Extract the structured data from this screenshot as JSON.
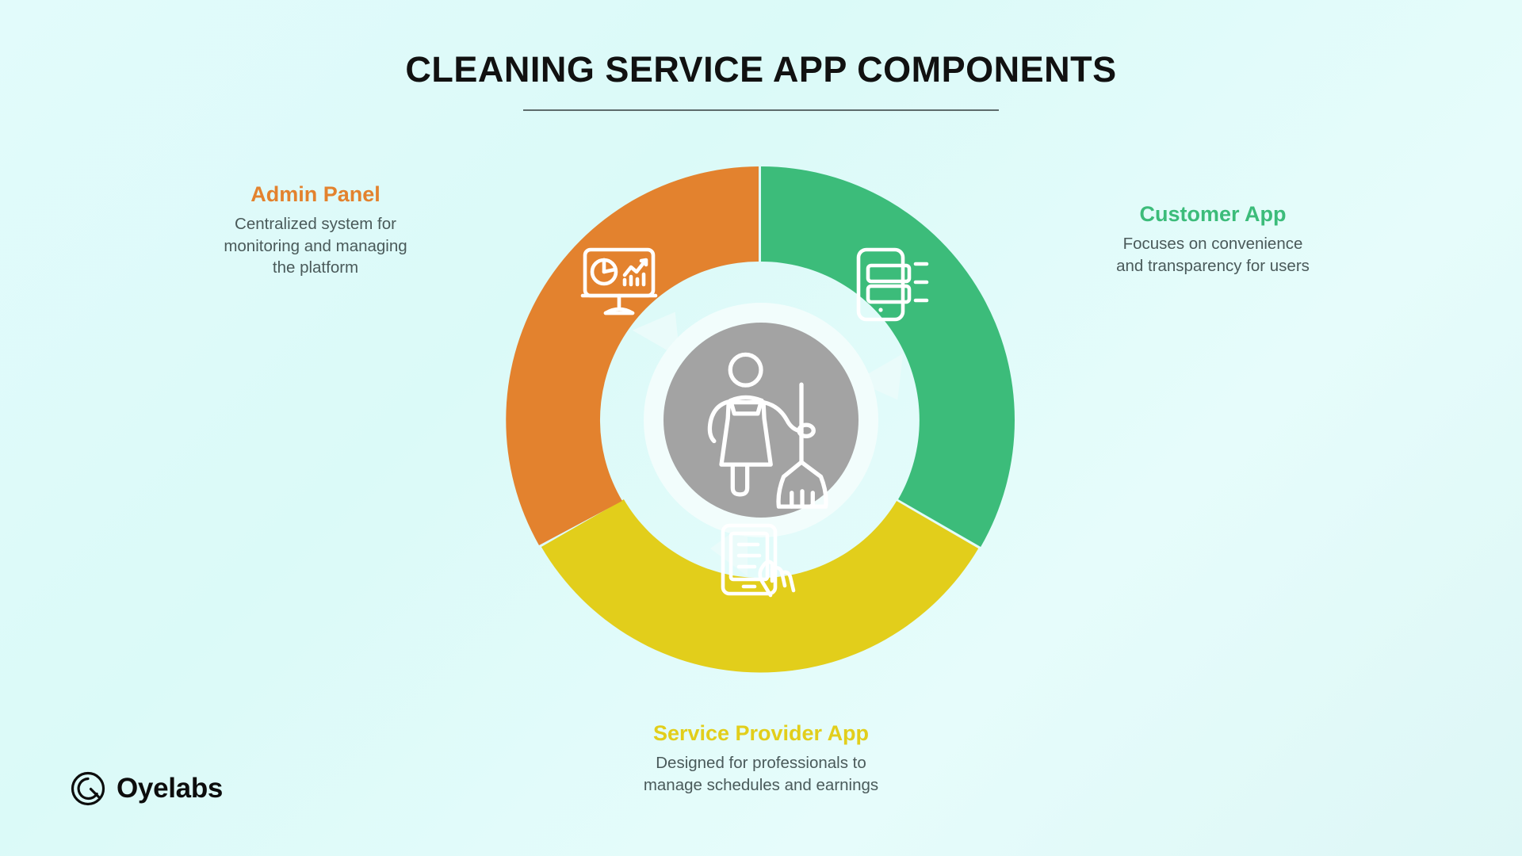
{
  "header": {
    "title": "CLEANING SERVICE APP COMPONENTS"
  },
  "brand": {
    "name": "Oyelabs",
    "logo_icon": "oyelabs-circle-logo-icon"
  },
  "colors": {
    "background": "#e2fbfb",
    "admin": "#e3822e",
    "customer": "#3cbc7a",
    "provider": "#e2ce1b",
    "center_circle": "#a3a3a3",
    "title": "#111111",
    "body_text": "#4a5a5a"
  },
  "center": {
    "icon": "cleaner-with-broom-icon",
    "fill": "#a3a3a3"
  },
  "chart_data": {
    "type": "pie",
    "title": "CLEANING SERVICE APP COMPONENTS",
    "subtitle": "",
    "legend_position": "around-chart",
    "categories": [
      "Customer App",
      "Service Provider App",
      "Admin Panel"
    ],
    "values": [
      33.33,
      33.33,
      33.33
    ],
    "colors": [
      "#3cbc7a",
      "#e2ce1b",
      "#e3822e"
    ],
    "inner_radius_ratio": 0.62,
    "start_angle_deg": 0,
    "annotations": [
      "Focuses on convenience and transparency for users",
      "Designed for professionals to manage schedules and earnings",
      "Centralized system for monitoring and managing the platform"
    ]
  },
  "segments": [
    {
      "id": "customer",
      "title": "Customer App",
      "description_line1": "Focuses on convenience",
      "description_line2": "and transparency for users",
      "color": "#3cbc7a",
      "icon": "smartphone-booking-list-icon",
      "position": "right"
    },
    {
      "id": "provider",
      "title": "Service Provider App",
      "description_line1": "Designed for professionals to",
      "description_line2": "manage schedules and earnings",
      "color": "#e2ce1b",
      "icon": "hand-holding-tablet-checklist-icon",
      "position": "bottom"
    },
    {
      "id": "admin",
      "title": "Admin Panel",
      "description_line1": "Centralized system for",
      "description_line2": "monitoring and managing",
      "description_line3": "the platform",
      "color": "#e3822e",
      "icon": "monitor-analytics-dashboard-icon",
      "position": "left"
    }
  ]
}
